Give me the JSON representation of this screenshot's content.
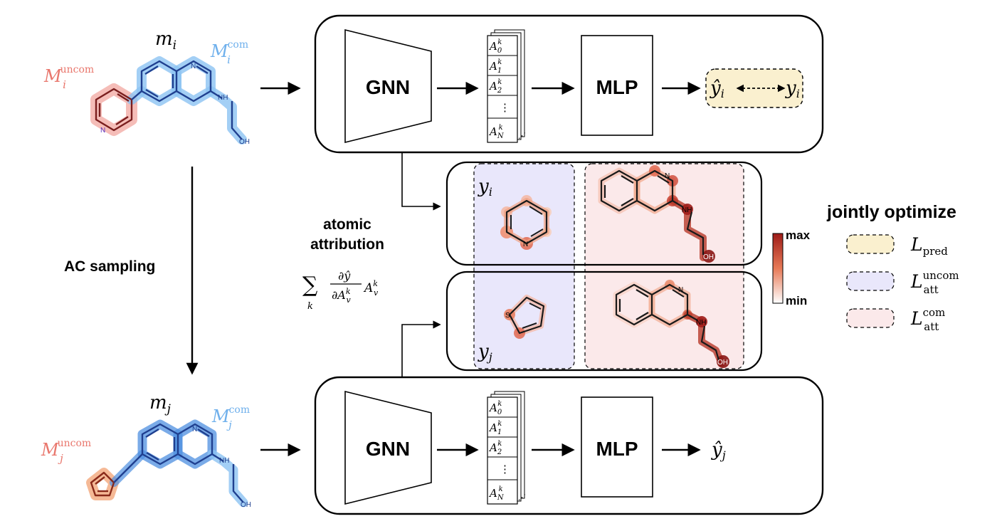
{
  "molecule_i": {
    "name": "m",
    "name_sub": "i",
    "uncom_label": "M",
    "uncom_sub": "i",
    "uncom_sup": "uncom",
    "com_label": "M",
    "com_sub": "i",
    "com_sup": "com",
    "atoms": {
      "n_ring": "N",
      "n_core": "N",
      "nh": "NH",
      "oh": "OH"
    }
  },
  "molecule_j": {
    "name": "m",
    "name_sub": "j",
    "uncom_label": "M",
    "uncom_sub": "j",
    "uncom_sup": "uncom",
    "com_label": "M",
    "com_sub": "j",
    "com_sup": "com",
    "atoms": {
      "n_core": "N",
      "nh": "NH",
      "oh": "OH"
    }
  },
  "pipeline_top": {
    "gnn_label": "GNN",
    "mlp_label": "MLP",
    "activation_base": "A",
    "activation_sup": "k",
    "activation_subs": [
      "0",
      "1",
      "2",
      "N"
    ],
    "ellipsis": "⋮",
    "pred_symbol": "ŷ",
    "pred_sub": "i",
    "target_symbol": "y",
    "target_sub": "i"
  },
  "pipeline_bottom": {
    "gnn_label": "GNN",
    "mlp_label": "MLP",
    "activation_base": "A",
    "activation_sup": "k",
    "activation_subs": [
      "0",
      "1",
      "2",
      "N"
    ],
    "ellipsis": "⋮",
    "pred_symbol": "ŷ",
    "pred_sub": "j"
  },
  "sampling_label": "AC sampling",
  "attribution": {
    "line1": "atomic",
    "line2": "attribution",
    "formula_sum": "∑",
    "formula_sum_sub": "k",
    "formula_num": "∂ŷ",
    "formula_den": "∂A",
    "formula_den_sup": "k",
    "formula_den_sub": "v",
    "formula_tail": "A",
    "formula_tail_sup": "k",
    "formula_tail_sub": "v"
  },
  "attribution_panels": {
    "top_label": "y",
    "top_sub": "i",
    "bottom_label": "y",
    "bottom_sub": "j",
    "atoms": {
      "n": "N",
      "s": "S",
      "nh": "NH",
      "oh": "OH"
    }
  },
  "colorbar": {
    "max_label": "max",
    "min_label": "min"
  },
  "legend": {
    "title": "jointly optimize",
    "items": [
      {
        "symbol": "L",
        "sub": "pred",
        "sup": ""
      },
      {
        "symbol": "L",
        "sub": "att",
        "sup": "uncom"
      },
      {
        "symbol": "L",
        "sub": "att",
        "sup": "com"
      }
    ]
  },
  "colors": {
    "uncom_red": "#e9776d",
    "com_blue": "#6fb0ec",
    "pred_fill": "#faf0cf",
    "uncom_fill": "#e9e7fb",
    "com_fill": "#fbe9ea",
    "heat_max": "#9e1c18",
    "heat_min": "#ffffff"
  }
}
